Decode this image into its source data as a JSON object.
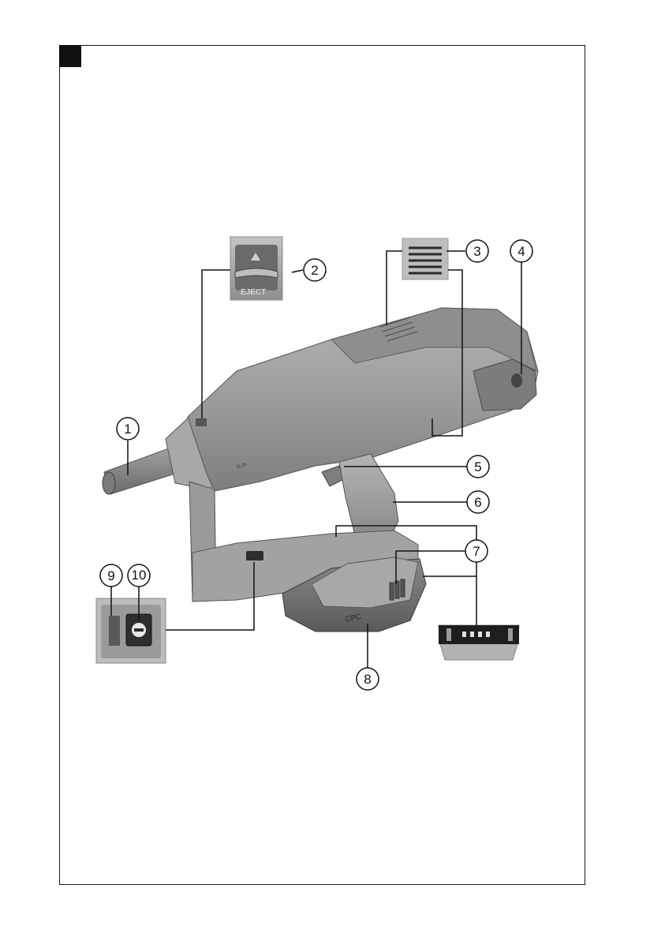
{
  "figure": {
    "marker": "1"
  },
  "callouts": [
    {
      "id": "1",
      "label": "1"
    },
    {
      "id": "2",
      "label": "2"
    },
    {
      "id": "3",
      "label": "3"
    },
    {
      "id": "4",
      "label": "4"
    },
    {
      "id": "5",
      "label": "5"
    },
    {
      "id": "6",
      "label": "6"
    },
    {
      "id": "7",
      "label": "7"
    },
    {
      "id": "8",
      "label": "8"
    },
    {
      "id": "9",
      "label": "9"
    },
    {
      "id": "10",
      "label": "10"
    }
  ],
  "inset_eject": {
    "label": "EJECT"
  },
  "battery_text": "CPC",
  "tool_mark": "X-P",
  "colors": {
    "tool_body": "#9a9a9a",
    "tool_dark": "#6e6e6e",
    "tool_light": "#b8b8b8",
    "line": "#111111",
    "frame": "#1a1a1a"
  }
}
